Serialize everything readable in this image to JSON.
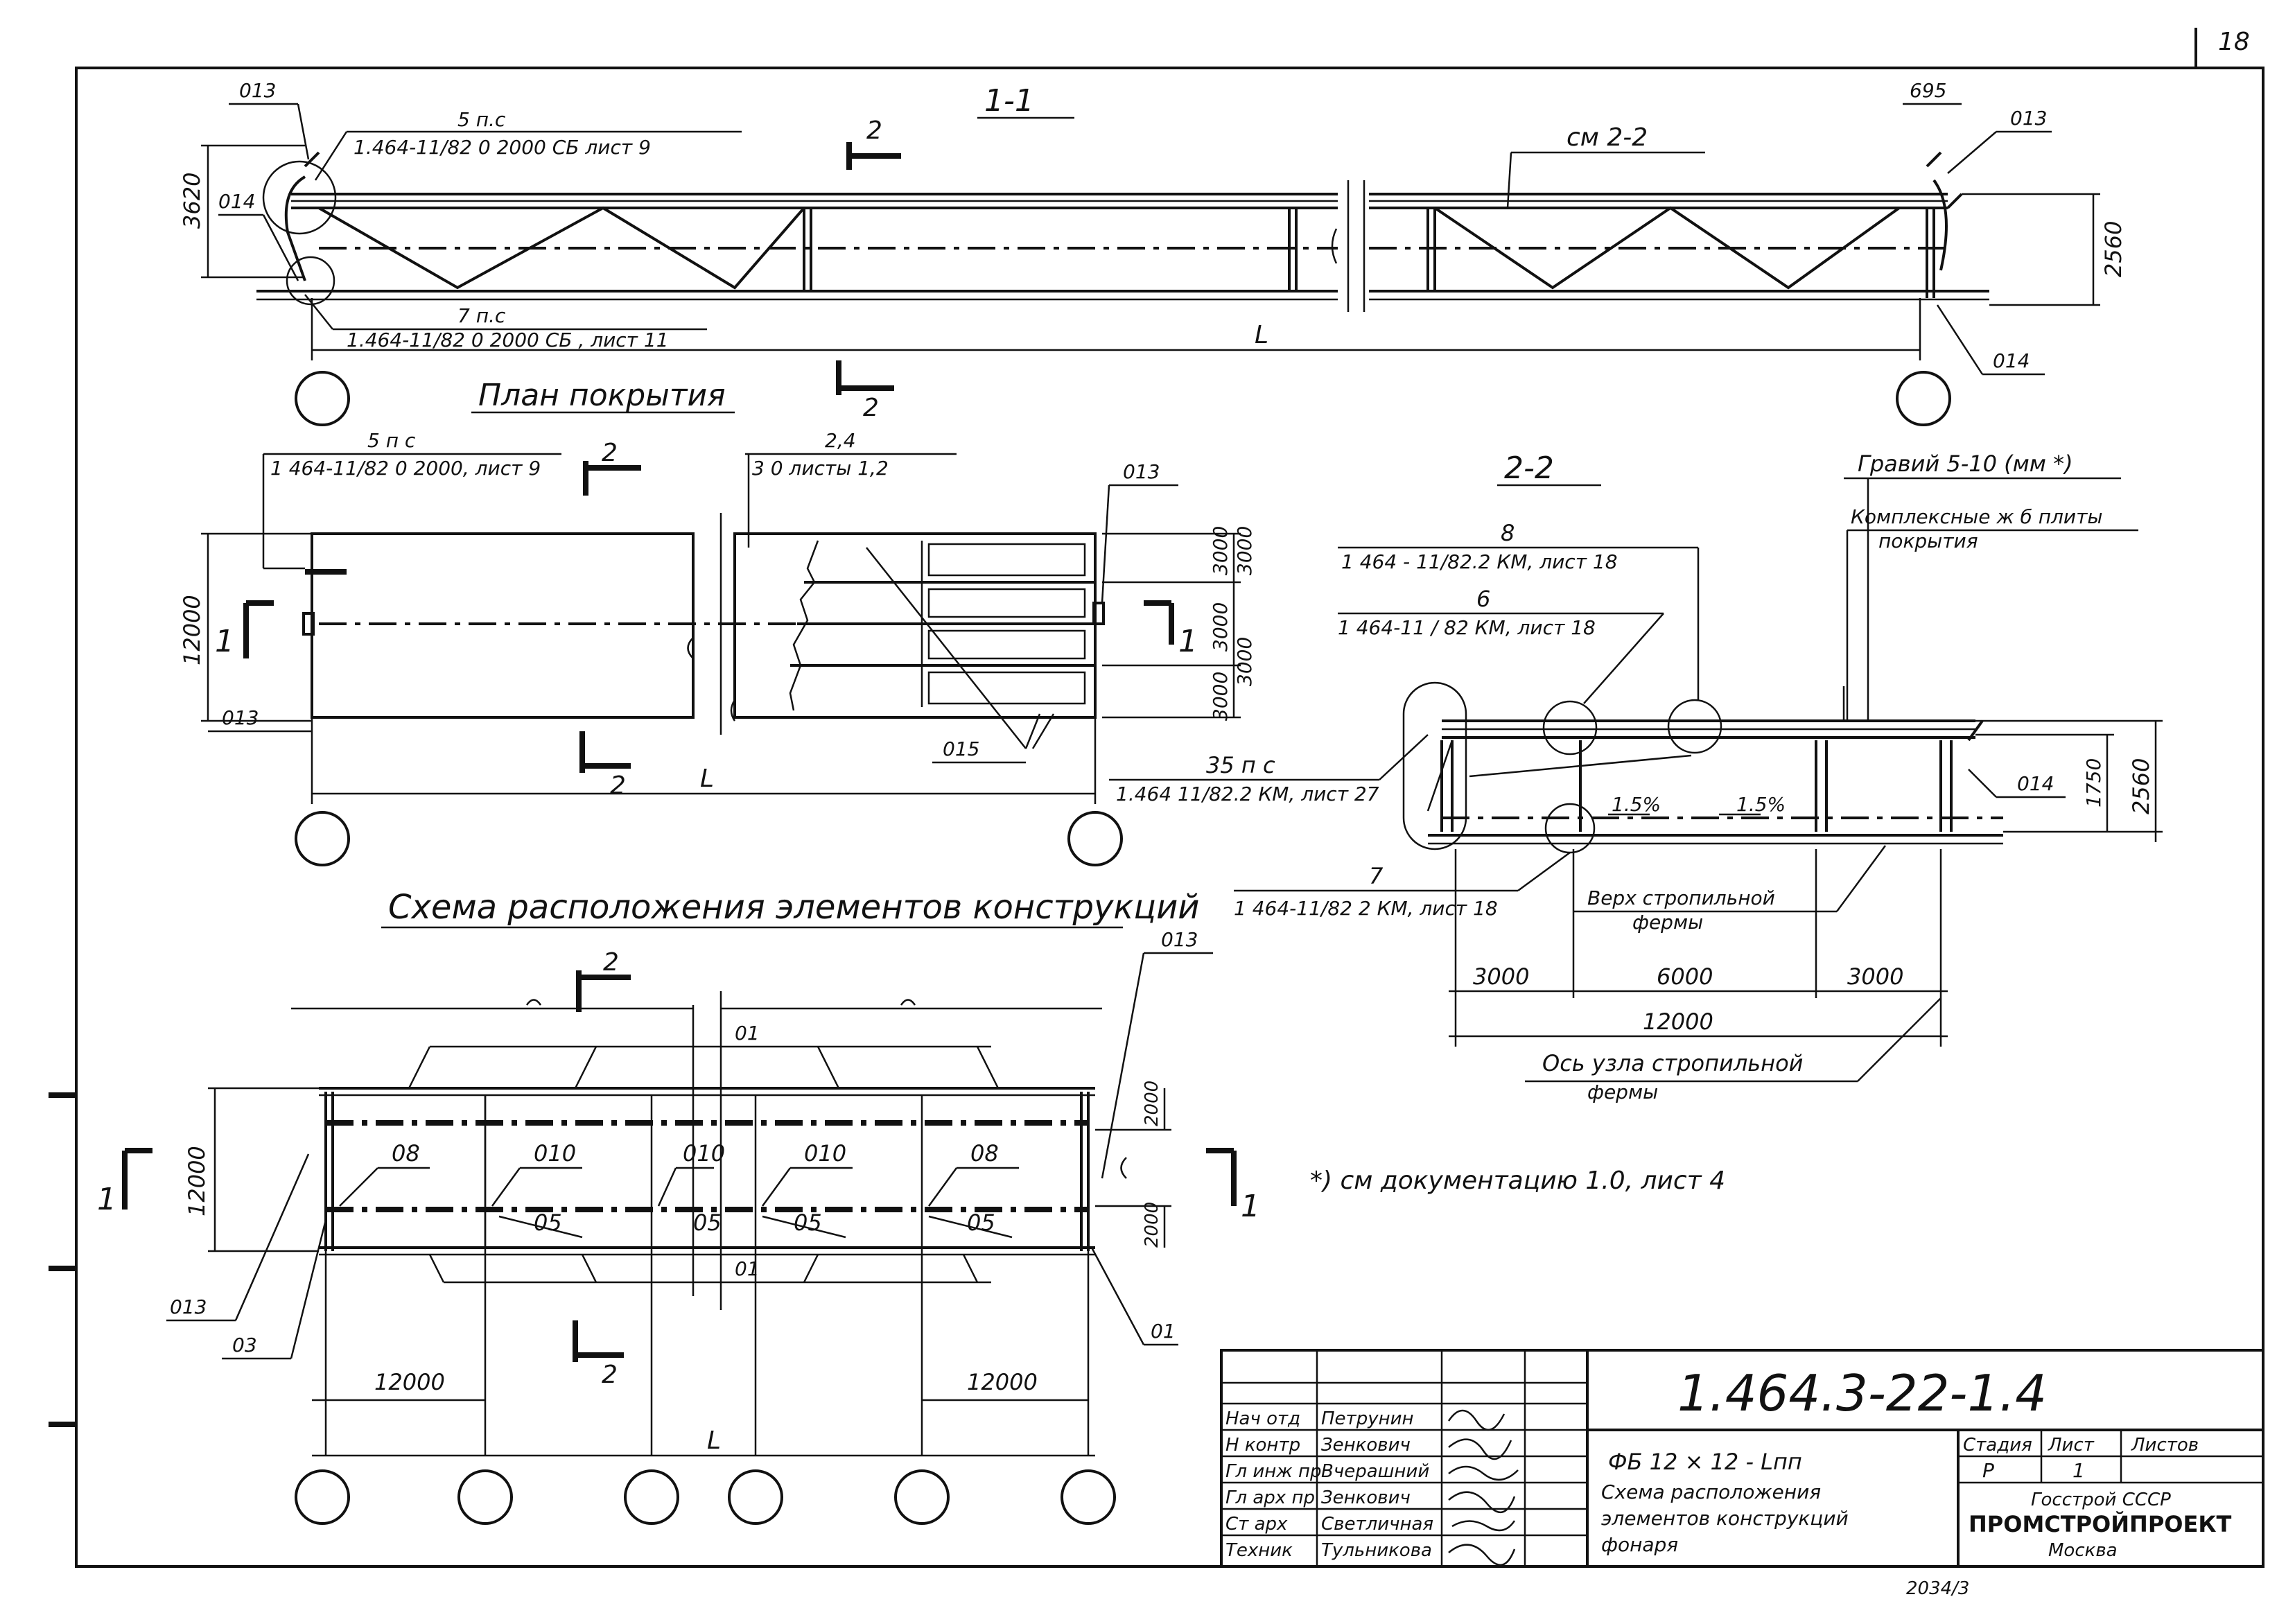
{
  "page_number": "18",
  "section_1_1": {
    "title": "1-1",
    "see_ref": "см 2-2",
    "mark_013_left": "013",
    "mark_014_left": "014",
    "mark_013_right": "013",
    "mark_014_right": "014",
    "dim_695": "695",
    "dim_3620": "3620",
    "dim_2560": "2560",
    "span_L": "L",
    "note_top_a": "5 п.с",
    "note_top_b": "1.464-11/82 0 2000 СБ лист 9",
    "note_bot_a": "7 п.с",
    "note_bot_b": "1.464-11/82 0 2000 СБ , лист 11",
    "cut_mark_top": "2",
    "cut_mark_bottom": "2"
  },
  "plan": {
    "title": "План покрытия",
    "note_a_1": "5 п с",
    "note_a_2": "1 464-11/82 0 2000, лист 9",
    "note_b_1": "2,4",
    "note_b_2": "3 0 листы 1,2",
    "mark_013_top": "013",
    "mark_013_bottom": "013",
    "mark_015": "015",
    "dim_12000": "12000",
    "dim_3000_a": "3000",
    "dim_3000_b": "3000",
    "dim_3000_c": "3000",
    "dim_3000_d": "3000",
    "dim_3000_e": "3000",
    "span_L": "L",
    "cut_1_left": "1",
    "cut_1_right": "1",
    "cut_2_top": "2",
    "cut_2_bottom": "2"
  },
  "section_2_2": {
    "title": "2-2",
    "gravel": "Гравий 5-10 (мм *)",
    "slabs_1": "Комплексные ж б плиты",
    "slabs_2": "покрытия",
    "ref_8_a": "8",
    "ref_8_b": "1 464 - 11/82.2 КМ, лист 18",
    "ref_6_a": "6",
    "ref_6_b": "1 464-11 / 82 КМ, лист 18",
    "ref_35_a": "35 п с",
    "ref_35_b": "1.464 11/82.2 КМ, лист 27",
    "ref_7_a": "7",
    "ref_7_b": "1 464-11/82 2 КМ, лист 18",
    "mark_014": "014",
    "dim_1750": "1750",
    "dim_2560": "2560",
    "slope_1": "1.5%",
    "slope_2": "1.5%",
    "truss_top_1": "Верх стропильной",
    "truss_top_2": "фермы",
    "dim_3000_l": "3000",
    "dim_6000": "6000",
    "dim_3000_r": "3000",
    "dim_12000": "12000",
    "axis_1": "Ось узла стропильной",
    "axis_2": "фермы"
  },
  "scheme": {
    "title": "Схема расположения элементов конструкций",
    "mark_013_top": "013",
    "mark_013_bottom": "013",
    "mark_01_top": "01",
    "mark_01_bottom": "01",
    "mark_01_right": "01",
    "mark_03": "03",
    "mark_08_l": "08",
    "mark_08_r": "08",
    "mark_010_a": "010",
    "mark_010_b": "010",
    "mark_010_c": "010",
    "mark_05_a": "05",
    "mark_05_b": "05",
    "mark_05_c": "05",
    "mark_05_d": "05",
    "dim_12000_v": "12000",
    "dim_2000_top": "2000",
    "dim_2000_bot": "2000",
    "dim_12000_left": "12000",
    "dim_12000_right": "12000",
    "span_L": "L",
    "cut_1_left": "1",
    "cut_1_right": "1",
    "cut_2_top": "2",
    "cut_2_bottom": "2"
  },
  "footnote": "*) см документацию 1.0, лист 4",
  "title_block": {
    "doc_code": "1.464.3-22-1.4",
    "roles": [
      "Нач отд",
      "Н контр",
      "Гл инж пр",
      "Гл арх пр",
      "Ст арх",
      "Техник"
    ],
    "names": [
      "Петрунин",
      "Зенкович",
      "Вчерашний",
      "Зенкович",
      "Светличная",
      "Тульникова"
    ],
    "item_name_1": "ФБ 12 × 12 - Lпп",
    "item_name_2": "Схема расположения",
    "item_name_3": "элементов конструкций",
    "item_name_4": "фонаря",
    "stage_label": "Стадия",
    "sheet_label": "Лист",
    "sheets_label": "Листов",
    "stage_value": "Р",
    "sheet_value": "1",
    "org_1": "Госстрой СССР",
    "org_2": "ПРОМСТРОЙПРОЕКТ",
    "org_3": "Москва"
  },
  "bottom_stamp": "2034/3"
}
